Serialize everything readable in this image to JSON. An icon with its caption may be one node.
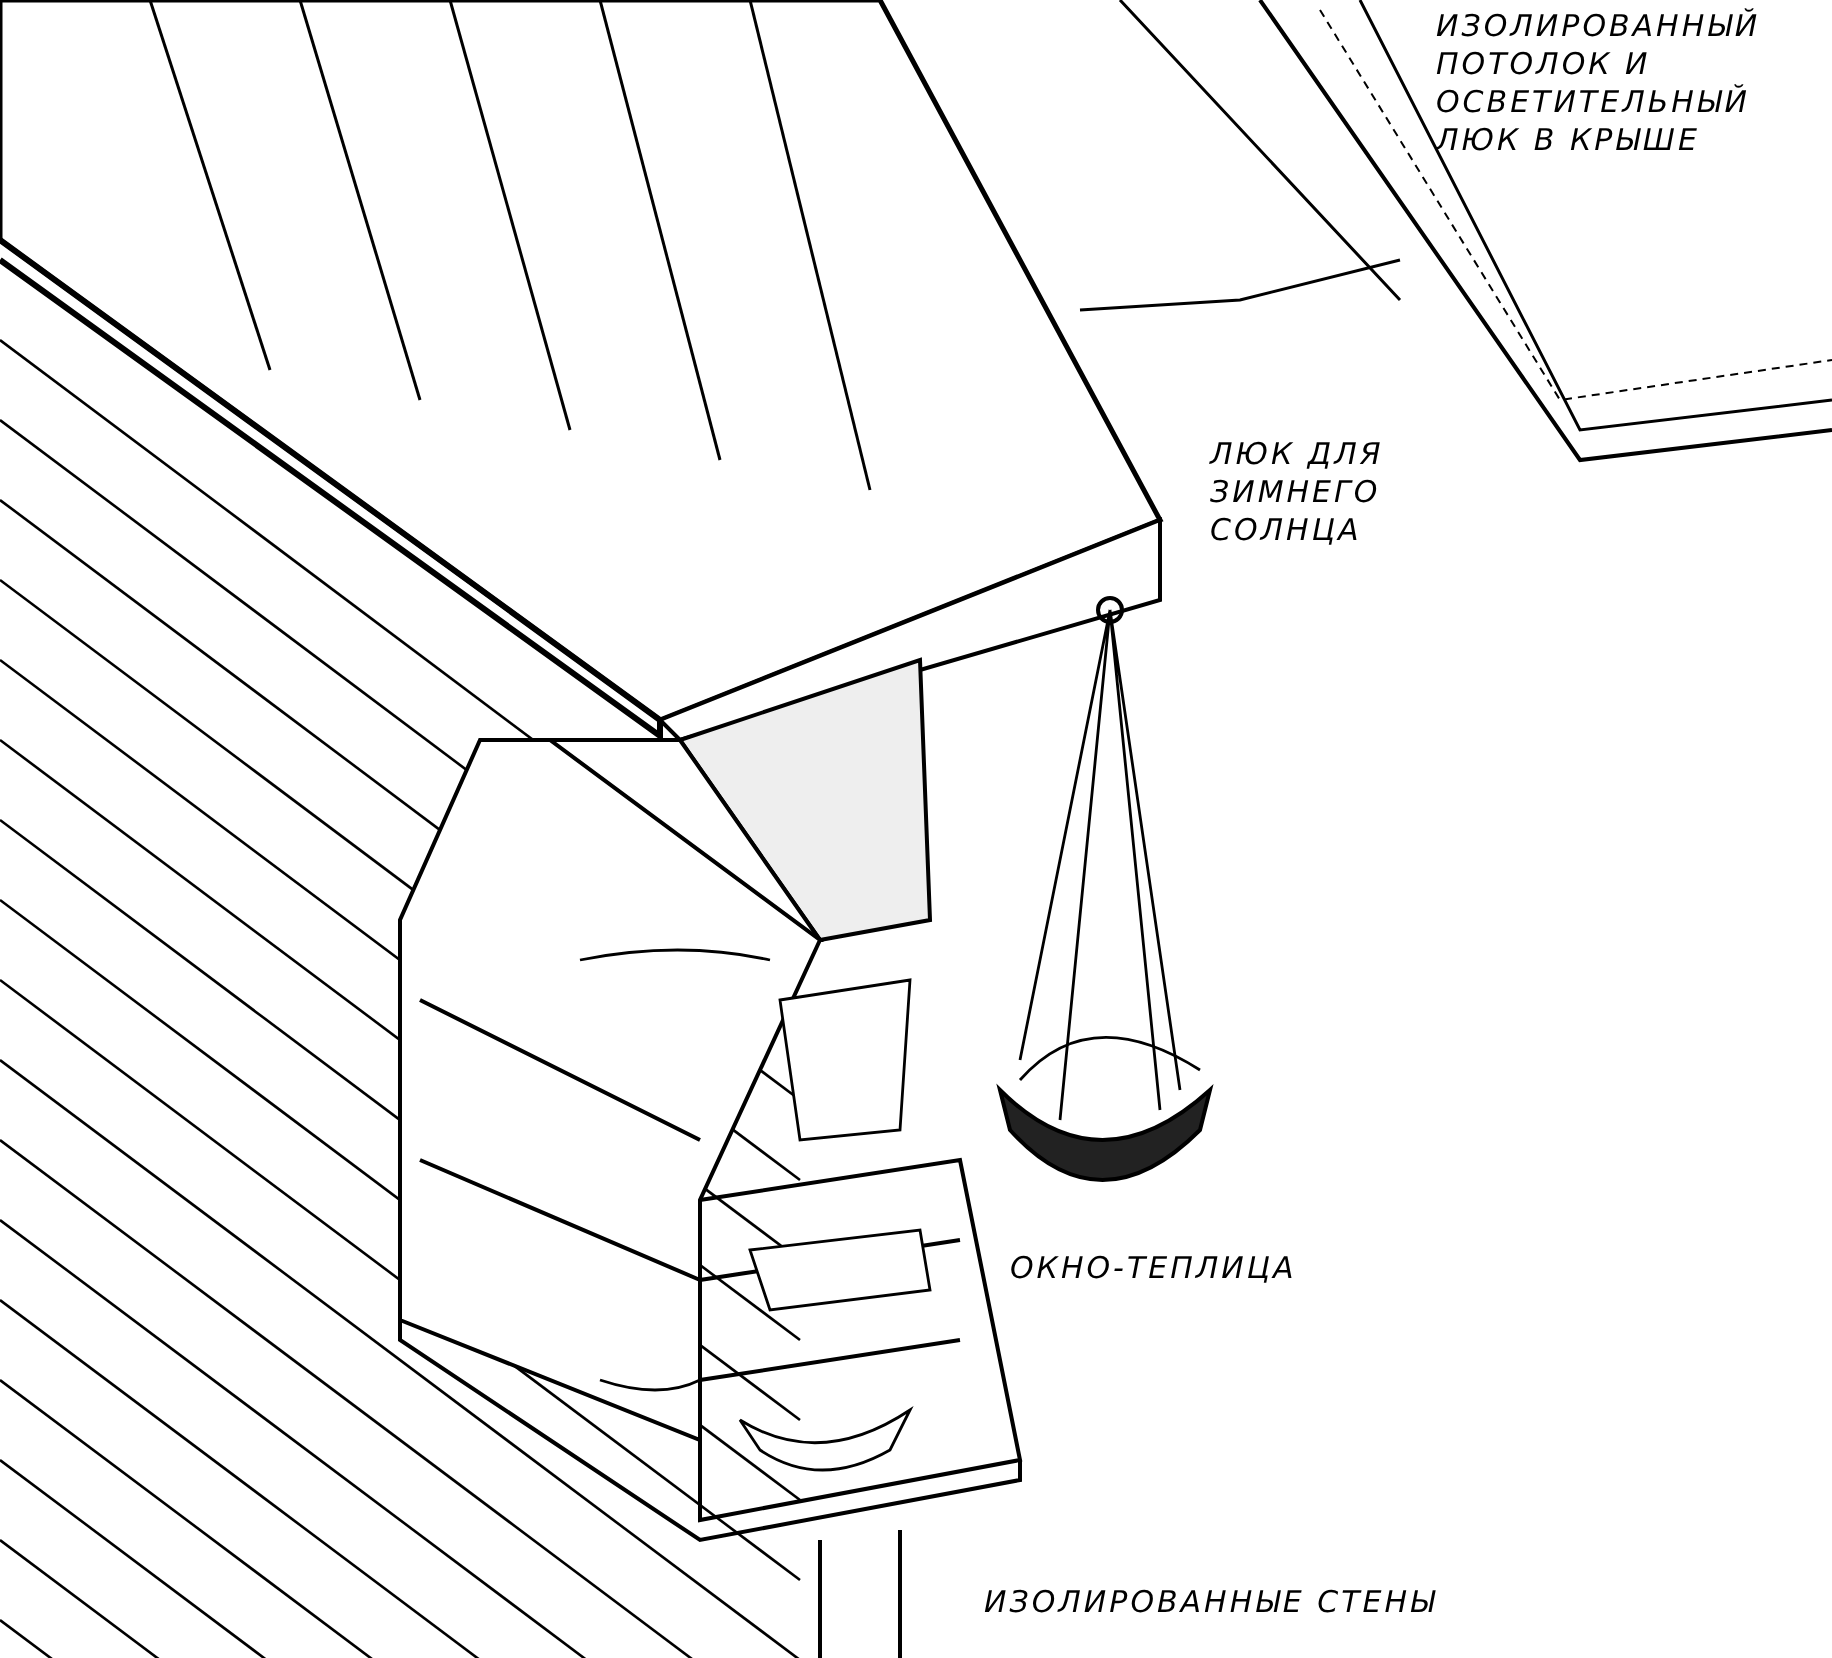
{
  "diagram": {
    "labels": [
      "ИЗОЛИРОВАННЫЙ ПОТОЛОК И ОСВЕТИТЕЛЬНЫЙ ЛЮК В КРЫШЕ",
      "ЛЮК ДЛЯ ЗИМНЕГО СОЛНЦА",
      "ОКНО-ТЕПЛИЦА",
      "ИЗОЛИРОВАННЫЕ СТЕНЫ"
    ]
  }
}
